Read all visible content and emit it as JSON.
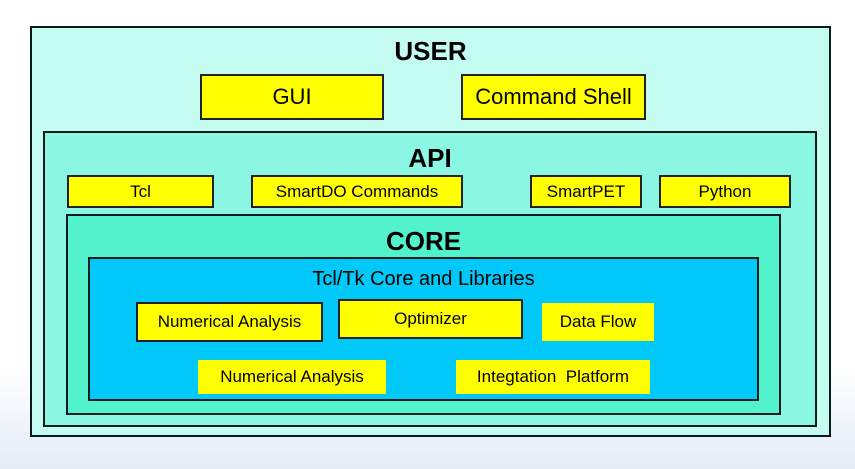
{
  "colors": {
    "user_layer": "#c4fcf1",
    "api_layer": "#8bf7e3",
    "core_layer": "#52f2cc",
    "libraries_layer": "#00c8f8",
    "component_box": "#ffff00"
  },
  "user": {
    "title": "USER",
    "items": [
      "GUI",
      "Command Shell"
    ]
  },
  "api": {
    "title": "API",
    "items": [
      "Tcl",
      "SmartDO Commands",
      "SmartPET",
      "Python"
    ]
  },
  "core": {
    "title": "CORE",
    "libraries": {
      "title": "Tcl/Tk Core and Libraries",
      "items": [
        "Numerical Analysis",
        "Optimizer",
        "Data Flow",
        "Numerical Analysis",
        "Integtation  Platform"
      ]
    }
  }
}
